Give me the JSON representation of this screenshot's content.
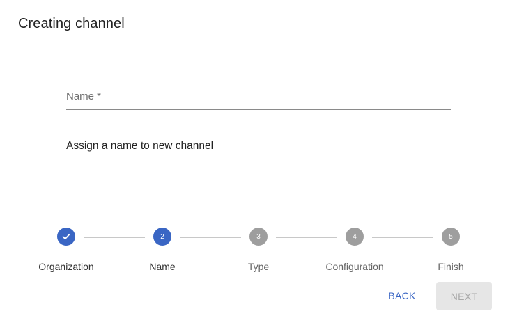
{
  "dialog": {
    "title": "Creating channel"
  },
  "name_field": {
    "label": "Name *",
    "value": ""
  },
  "hint": "Assign a name to new channel",
  "stepper": {
    "steps": [
      {
        "label": "Organization",
        "number": "1",
        "state": "completed",
        "icon": "check-icon"
      },
      {
        "label": "Name",
        "number": "2",
        "state": "active"
      },
      {
        "label": "Type",
        "number": "3",
        "state": "pending"
      },
      {
        "label": "Configuration",
        "number": "4",
        "state": "pending"
      },
      {
        "label": "Finish",
        "number": "5",
        "state": "pending"
      }
    ]
  },
  "actions": {
    "back_label": "BACK",
    "next_label": "NEXT"
  },
  "colors": {
    "accent": "#3a66c4",
    "pending_step": "#9e9e9e",
    "disabled_button_bg": "#e6e6e6",
    "disabled_button_text": "#a8a8a8"
  }
}
